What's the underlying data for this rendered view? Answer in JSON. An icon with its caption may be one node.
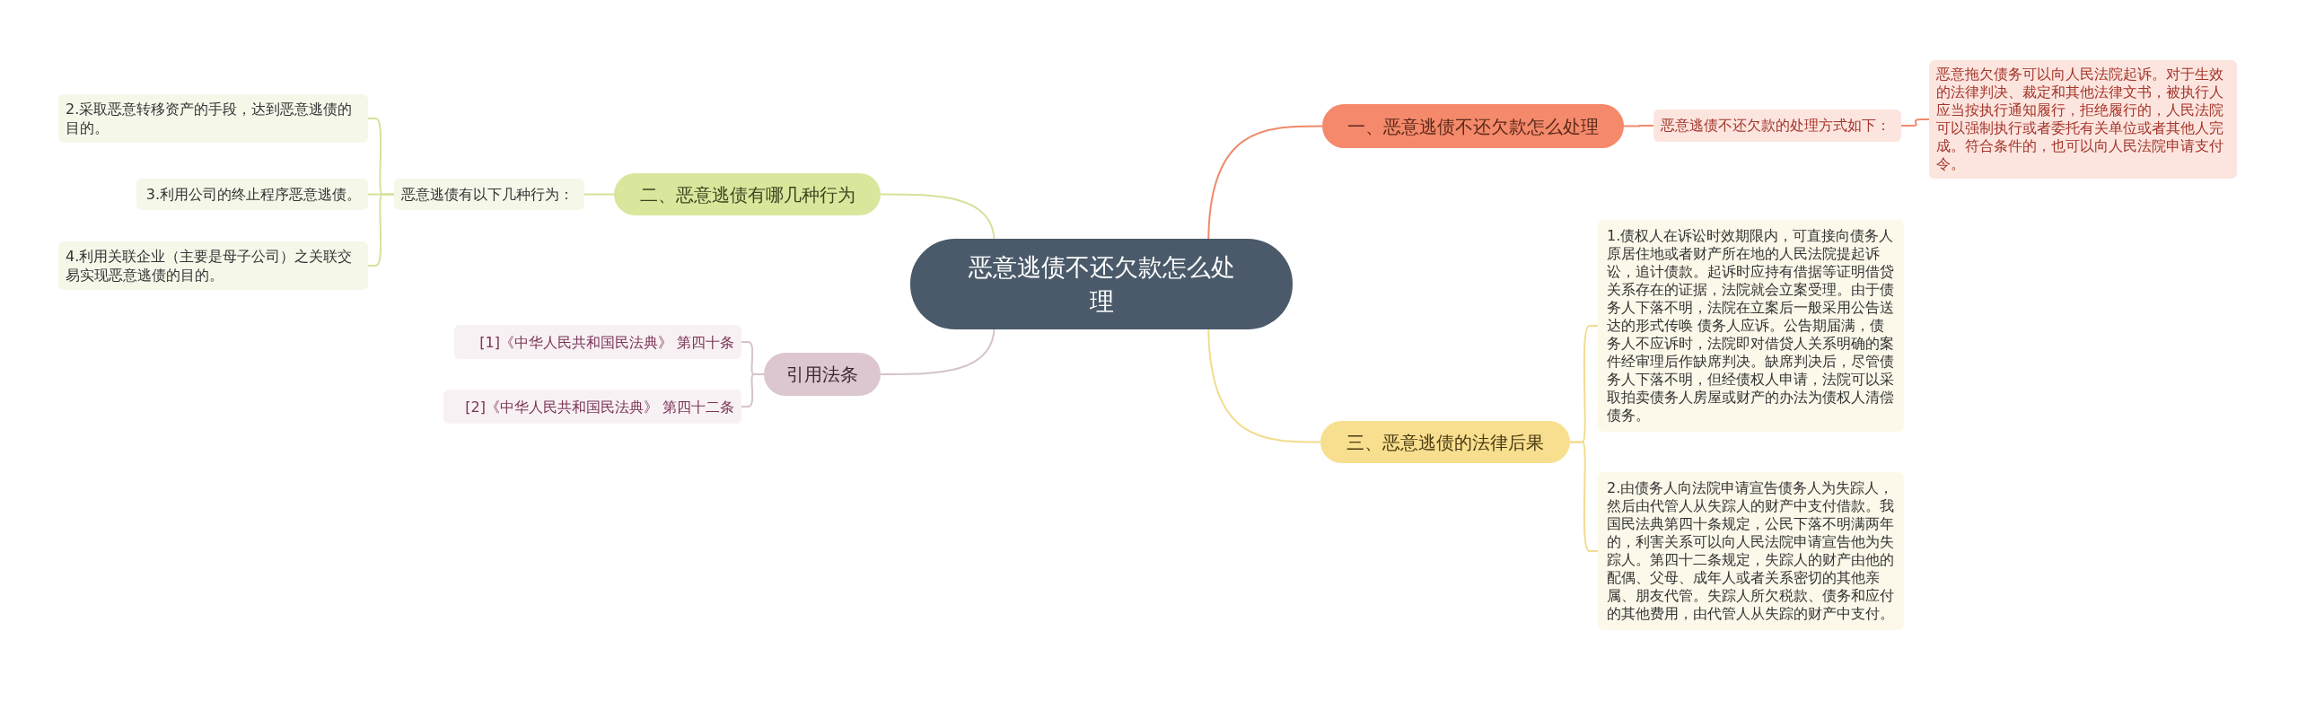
{
  "diagram": {
    "nodes": [
      {
        "text": [
          "恶意逃债不还欠款怎么处理"
        ]
      },
      {
        "text": [
          "一、恶意逃债不还欠款怎么处理"
        ]
      },
      {
        "text": [
          "恶意逃债不还欠款的处理方式如下："
        ]
      },
      {
        "text": [
          "恶意拖欠债务可以向人民法院起诉。对于生效的法律判决、裁定和其他法律文书，被执行人应当按执行通知履行，拒绝履行的，人民法院可以强制执行或者委托有关单位或者其他人完成。符合条件的，也可以向人民法院申请支付令。"
        ]
      },
      {
        "text": [
          "二、恶意逃债有哪几种行为"
        ]
      },
      {
        "text": [
          "恶意逃债有以下几种行为："
        ]
      },
      {
        "text": [
          "2.采取恶意转移资产的手段，达到恶意逃债的目的。"
        ]
      },
      {
        "text": [
          "3.利用公司的终止程序恶意逃债。"
        ]
      },
      {
        "text": [
          "4.利用关联企业（主要是母子公司）之关联交易实现恶意逃债的目的。"
        ]
      },
      {
        "text": [
          "引用法条"
        ]
      },
      {
        "text": [
          "[1]《中华人民共和国民法典》 第四十条"
        ]
      },
      {
        "text": [
          "[2]《中华人民共和国民法典》 第四十二条"
        ]
      },
      {
        "text": [
          "三、恶意逃债的法律后果"
        ]
      },
      {
        "text": [
          "1.债权人在诉讼时效期限内，可直接向债务人原居住地或者财产所在地的人民法院提起诉讼，追计债款。起诉时应持有借据等证明借贷关系存在的证据，法院就会立案受理。由于债务人下落不明，法院在立案后一般采用公告送达的形式传唤 债务人应诉。公告期届满，债务人不应诉时，法院即对借贷人关系明确的案件经审理后作缺席判决。缺席判决后，尽管债务人下落不明，但经债权人申请，法院可以采取拍卖债务人房屋或财产的办法为债权人清偿债务。"
        ]
      },
      {
        "text": [
          "2.由债务人向法院申请宣告债务人为失踪人，然后由代管人从失踪人的财产中支付借款。我国民法典第四十条规定，公民下落不明满两年的，利害关系可以向人民法院申请宣告他为失踪人。第四十二条规定，失踪人的财产由他的配偶、父母、成年人或者关系密切的其他亲属、朋友代管。失踪人所欠税款、债务和应付的其他费用，由代管人从失踪的财产中支付。"
        ]
      }
    ],
    "edges": [
      {
        "from": 0,
        "to": 1,
        "arrow": "none",
        "color": "#ef8a6c"
      },
      {
        "from": 1,
        "to": 2,
        "arrow": "none",
        "color": "#ef8a6c"
      },
      {
        "from": 2,
        "to": 3,
        "arrow": "none",
        "color": "#ef8a6c"
      },
      {
        "from": 0,
        "to": 4,
        "arrow": "none",
        "color": "#d5e29b"
      },
      {
        "from": 4,
        "to": 5,
        "arrow": "none",
        "color": "#d5e29b"
      },
      {
        "from": 5,
        "to": 6,
        "arrow": "none",
        "color": "#d5e29b"
      },
      {
        "from": 5,
        "to": 7,
        "arrow": "none",
        "color": "#d5e29b"
      },
      {
        "from": 5,
        "to": 8,
        "arrow": "none",
        "color": "#d5e29b"
      },
      {
        "from": 0,
        "to": 9,
        "arrow": "none",
        "color": "#d6c3cc"
      },
      {
        "from": 9,
        "to": 10,
        "arrow": "none",
        "color": "#d6c3cc"
      },
      {
        "from": 9,
        "to": 11,
        "arrow": "none",
        "color": "#d6c3cc"
      },
      {
        "from": 0,
        "to": 12,
        "arrow": "none",
        "color": "#f2dc8c"
      },
      {
        "from": 12,
        "to": 13,
        "arrow": "none",
        "color": "#f2dc8c"
      },
      {
        "from": 12,
        "to": 14,
        "arrow": "none",
        "color": "#f2dc8c"
      }
    ]
  }
}
